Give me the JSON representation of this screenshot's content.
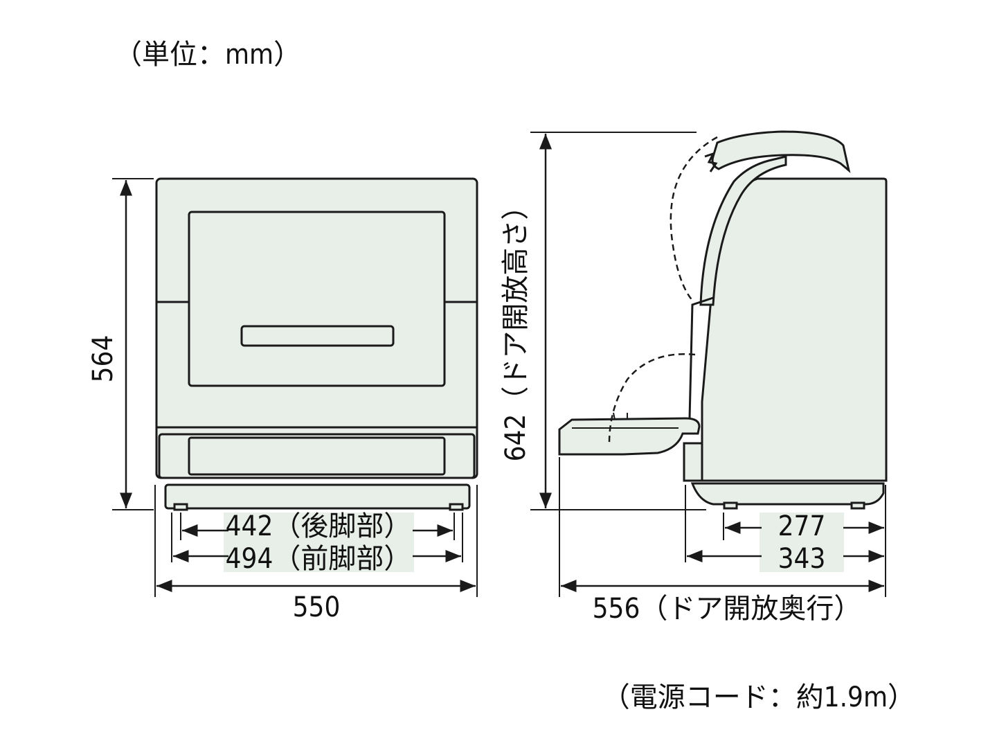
{
  "unit_note": "（単位：mm）",
  "cord_note": "（電源コード：約1.9m）",
  "front_view": {
    "height": "564",
    "rear_feet": "442（後脚部）",
    "front_feet": "494（前脚部）",
    "width": "550"
  },
  "side_view": {
    "door_open_height": "642（ドア開放高さ）",
    "rear_feet_depth": "277",
    "front_feet_depth": "343",
    "door_open_depth": "556（ドア開放奥行）"
  },
  "colors": {
    "body_fill": "#e8efe9",
    "line": "#1a1a1a"
  }
}
